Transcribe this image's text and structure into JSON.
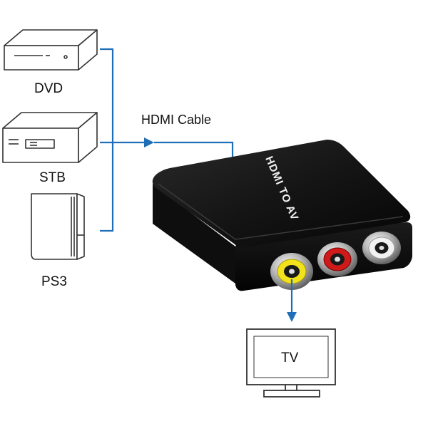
{
  "diagram": {
    "sources": [
      {
        "id": "dvd",
        "label": "DVD"
      },
      {
        "id": "stb",
        "label": "STB"
      },
      {
        "id": "ps3",
        "label": "PS3"
      }
    ],
    "cable_label": "HDMI Cable",
    "converter_text": "HDMI TO AV",
    "output_label": "TV",
    "colors": {
      "connector_line": "#1f6fb8",
      "device_body": "#111111",
      "rca_yellow": "#f2e21c",
      "rca_red": "#d01a1a",
      "rca_white": "#eeeeee",
      "outline": "#333333"
    }
  }
}
